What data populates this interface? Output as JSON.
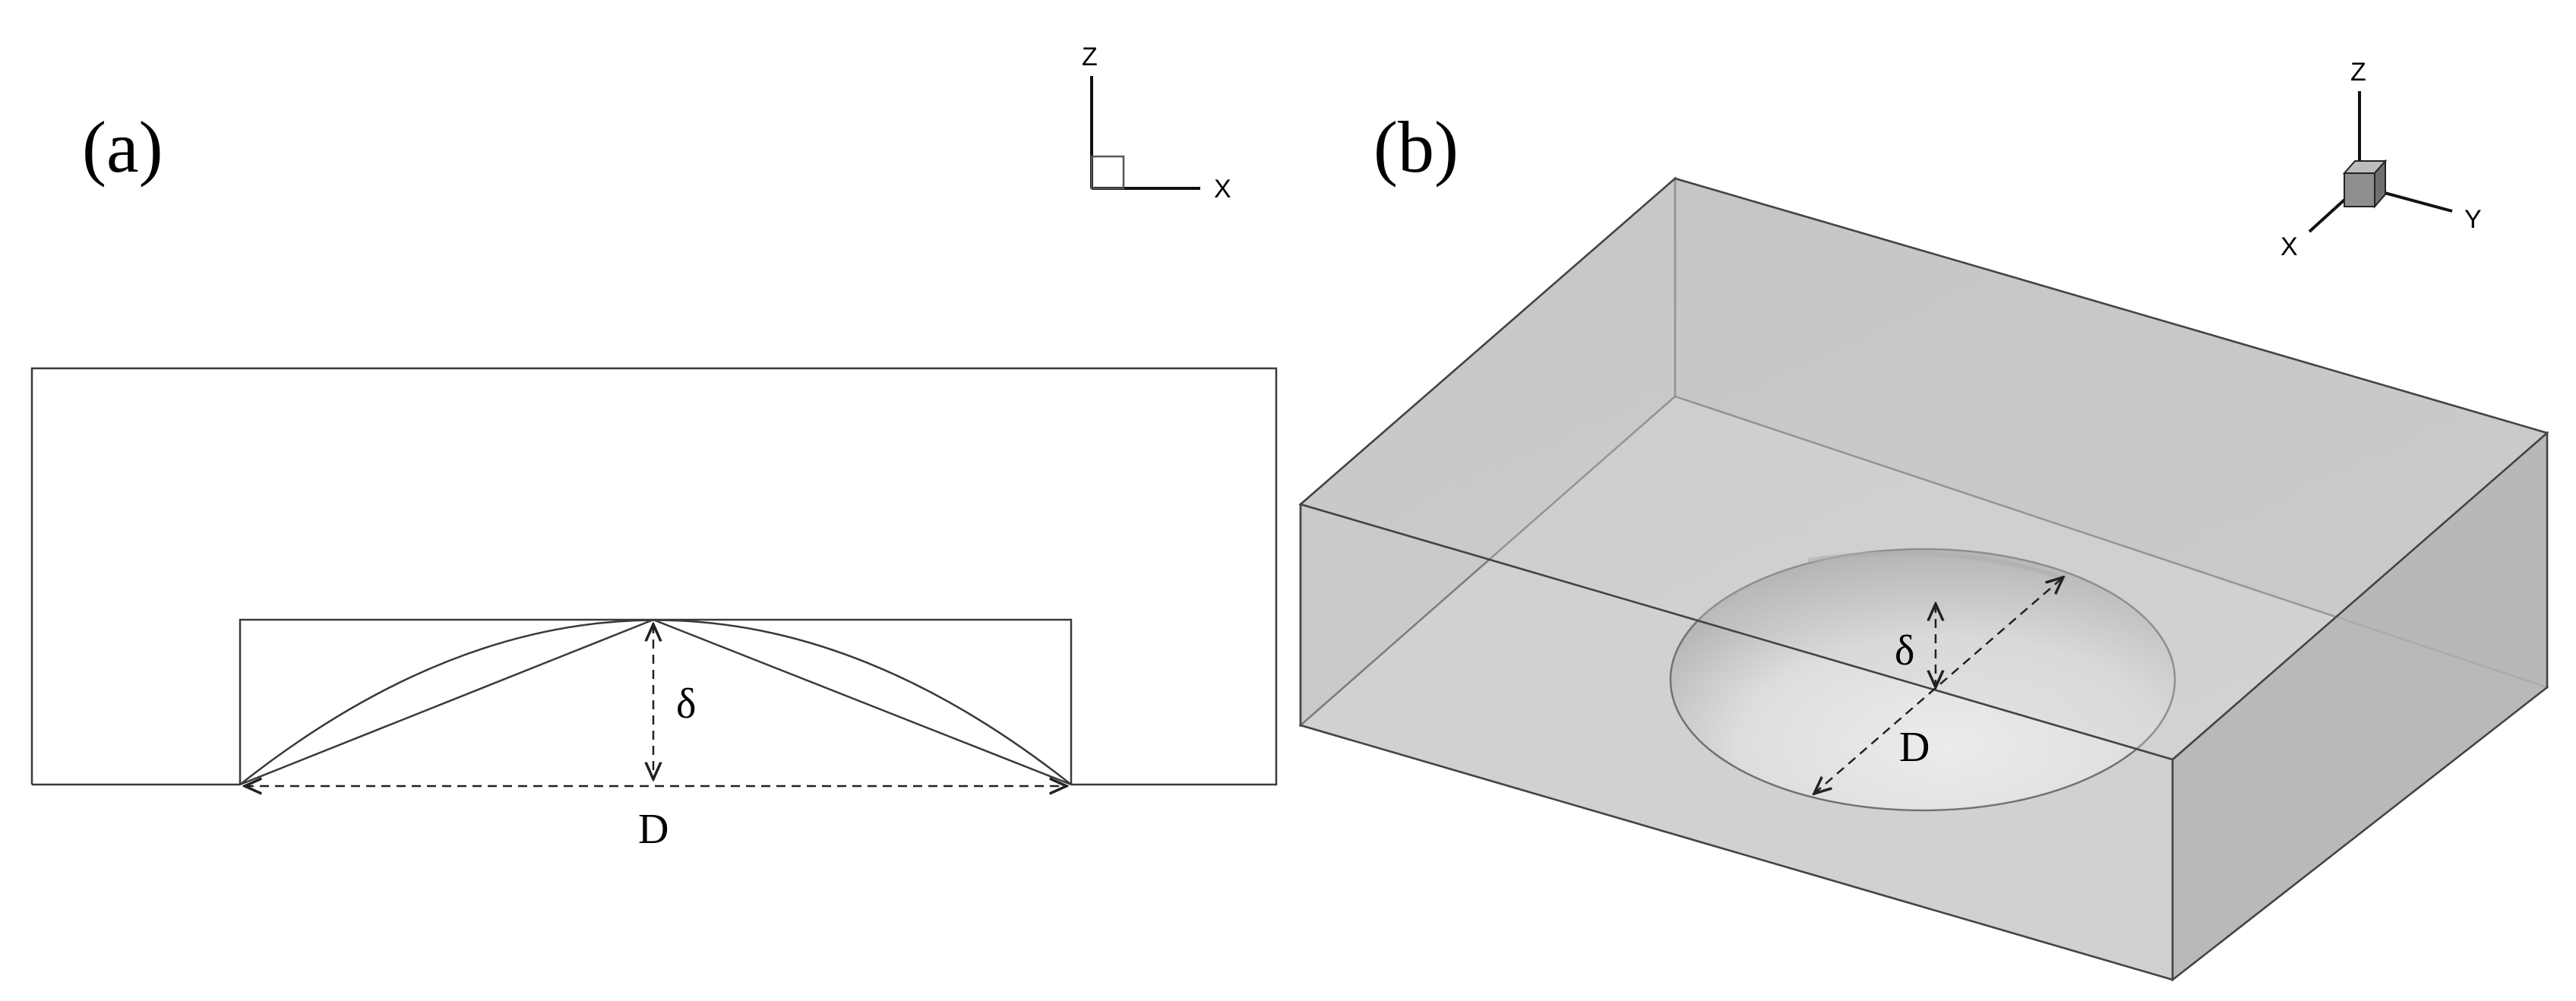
{
  "panel_a": {
    "label": "(a)",
    "delta_label": "δ",
    "diameter_label": "D",
    "axes": {
      "z": "Z",
      "x": "X"
    }
  },
  "panel_b": {
    "label": "(b)",
    "delta_label": "δ",
    "diameter_label": "D",
    "axes": {
      "z": "Z",
      "x": "X",
      "y": "Y"
    }
  },
  "colors": {
    "box_fill": "#cfcfcf",
    "box_side": "#bdbdbd",
    "dimple_light": "#ffffff",
    "dimple_dark": "#9a9a9a"
  }
}
